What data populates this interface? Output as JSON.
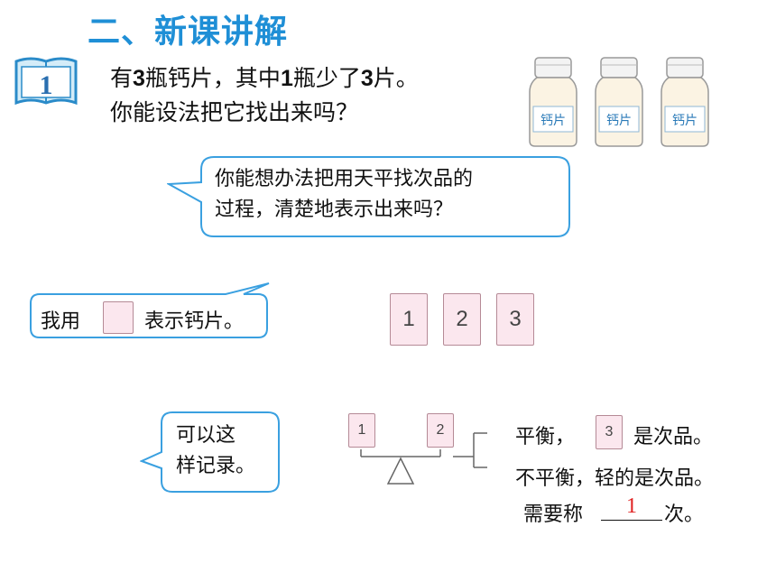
{
  "section_title": "二、新课讲解",
  "example_badge": "1",
  "question": {
    "line1": {
      "a": "有",
      "n1": "3",
      "b": "瓶钙片，其中",
      "n2": "1",
      "c": "瓶少了",
      "n3": "3",
      "d": "片。"
    },
    "line2": "你能设法把它找出来吗？"
  },
  "bottles": [
    "钙片",
    "钙片",
    "钙片"
  ],
  "bubble_question": {
    "line1": "你能想办法把用天平找次品的",
    "line2": "过程，清楚地表示出来吗？"
  },
  "bubble_represent": {
    "before": "我用",
    "after": "表示钙片。"
  },
  "cards": [
    "1",
    "2",
    "3"
  ],
  "bubble_record": {
    "line1": "可以这",
    "line2": "样记录。"
  },
  "scale": {
    "left_pan": "1",
    "right_pan": "2"
  },
  "outcomes": {
    "balanced_before": "平衡，",
    "balanced_card": "3",
    "balanced_after": "是次品。",
    "unbalanced": "不平衡，轻的是次品。"
  },
  "weigh_times": {
    "before": "需要称",
    "answer": "1",
    "after": "次。"
  },
  "colors": {
    "title": "#1f8fd6",
    "bubble_border": "#3aa0e0",
    "card_fill": "#fbe7ee",
    "answer": "#e02020"
  }
}
